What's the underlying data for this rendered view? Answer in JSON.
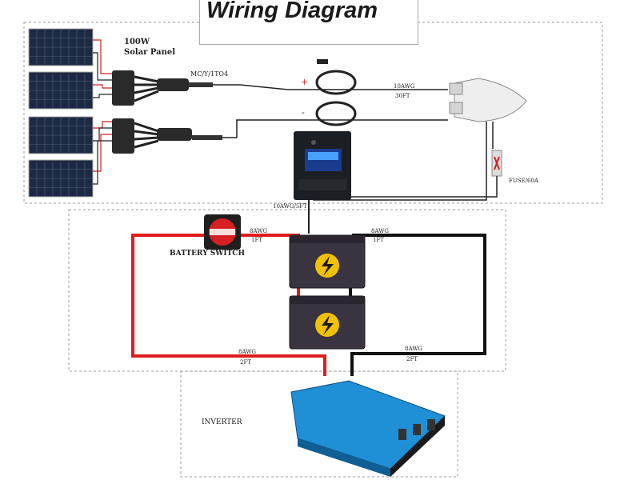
{
  "title": "Wiring Diagram",
  "labels": {
    "solar_panel_line1": "100W",
    "solar_panel_line2": "Solar Panel",
    "branch_connector": "MC/Y/1TO4",
    "positive": "+",
    "negative": "-",
    "pv_cable_gauge": "10AWG",
    "pv_cable_length": "30FT",
    "controller_cable": "10AWG/5FT",
    "fuse": "FUSE/60A",
    "battery_switch": "BATTERY SWITCH",
    "switch_cable_gauge": "8AWG",
    "switch_cable_length": "1FT",
    "battery_cable_gauge": "8AWG",
    "battery_cable_length": "1FT",
    "inverter_pos_gauge": "8AWG",
    "inverter_pos_length": "2FT",
    "inverter_neg_gauge": "8AWG",
    "inverter_neg_length": "2FT",
    "inverter": "INVERTER"
  },
  "colors": {
    "positive_wire": "#e01b1b",
    "negative_wire": "#111111",
    "inverter_body": "#1f8fd6",
    "battery_case": "#3a3440",
    "bolt": "#f2c200",
    "panel_cell": "#1d2a44"
  }
}
